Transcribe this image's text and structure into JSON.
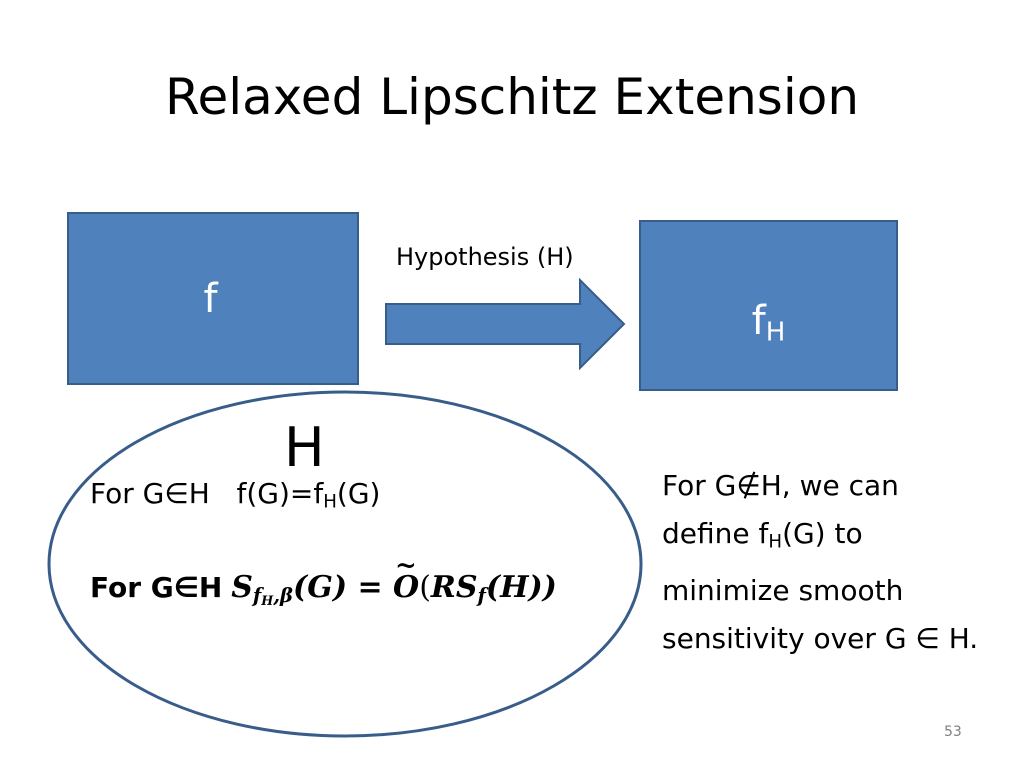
{
  "slide": {
    "title": "Relaxed Lipschitz Extension",
    "page_number": "53"
  },
  "diagram": {
    "box_left_label": "f",
    "box_right_label": "f",
    "box_right_sub": "H",
    "arrow_label": "Hypothesis (H)",
    "ellipse_label": "H"
  },
  "ellipse_text": {
    "line1_prefix": "For G∈H",
    "line1_eq": "f(G)=f",
    "line1_sub": "H",
    "line1_suffix": "(G)",
    "line2_prefix": "For G∈H",
    "line2_S": "S",
    "line2_S_sub1": "f",
    "line2_S_sub2": "H",
    "line2_S_sub3": ",β",
    "line2_G": "(G) = ",
    "line2_O": "O",
    "line2_open": "(",
    "line2_RS": "RS",
    "line2_RS_sub": "f",
    "line2_H": "(H))"
  },
  "right_text": {
    "l1": "For G∉H, we can",
    "l2_a": "define f",
    "l2_sub": "H",
    "l2_b": "(G) to",
    "l3": "minimize smooth",
    "l4": "sensitivity over G ∈ H."
  },
  "colors": {
    "box_fill": "#4f81bd",
    "box_border": "#385d8a",
    "ellipse_stroke": "#385d8a"
  }
}
